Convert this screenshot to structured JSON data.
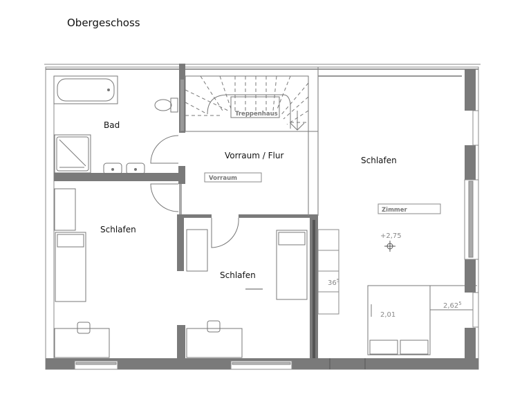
{
  "title": "Obergeschoss",
  "rooms": {
    "bad": {
      "label": "Bad"
    },
    "vorraum": {
      "label": "Vorraum / Flur",
      "tag": "Vorraum"
    },
    "treppenhaus": {
      "tag": "Treppenhaus"
    },
    "schlafen_left": {
      "label": "Schlafen"
    },
    "schlafen_middle": {
      "label": "Schlafen"
    },
    "schlafen_right": {
      "label": "Schlafen",
      "tag": "Zimmer"
    }
  },
  "annotations": {
    "height_mark": "+2,75",
    "closet_dim": "36",
    "closet_dim_sup": "5",
    "bed_dim": "2,01",
    "window_dim": "2,62",
    "window_dim_sup": "5"
  },
  "colors": {
    "wall": "#7a7a7a",
    "line": "#6e6e6e",
    "furniture": "#8a8a8a"
  }
}
